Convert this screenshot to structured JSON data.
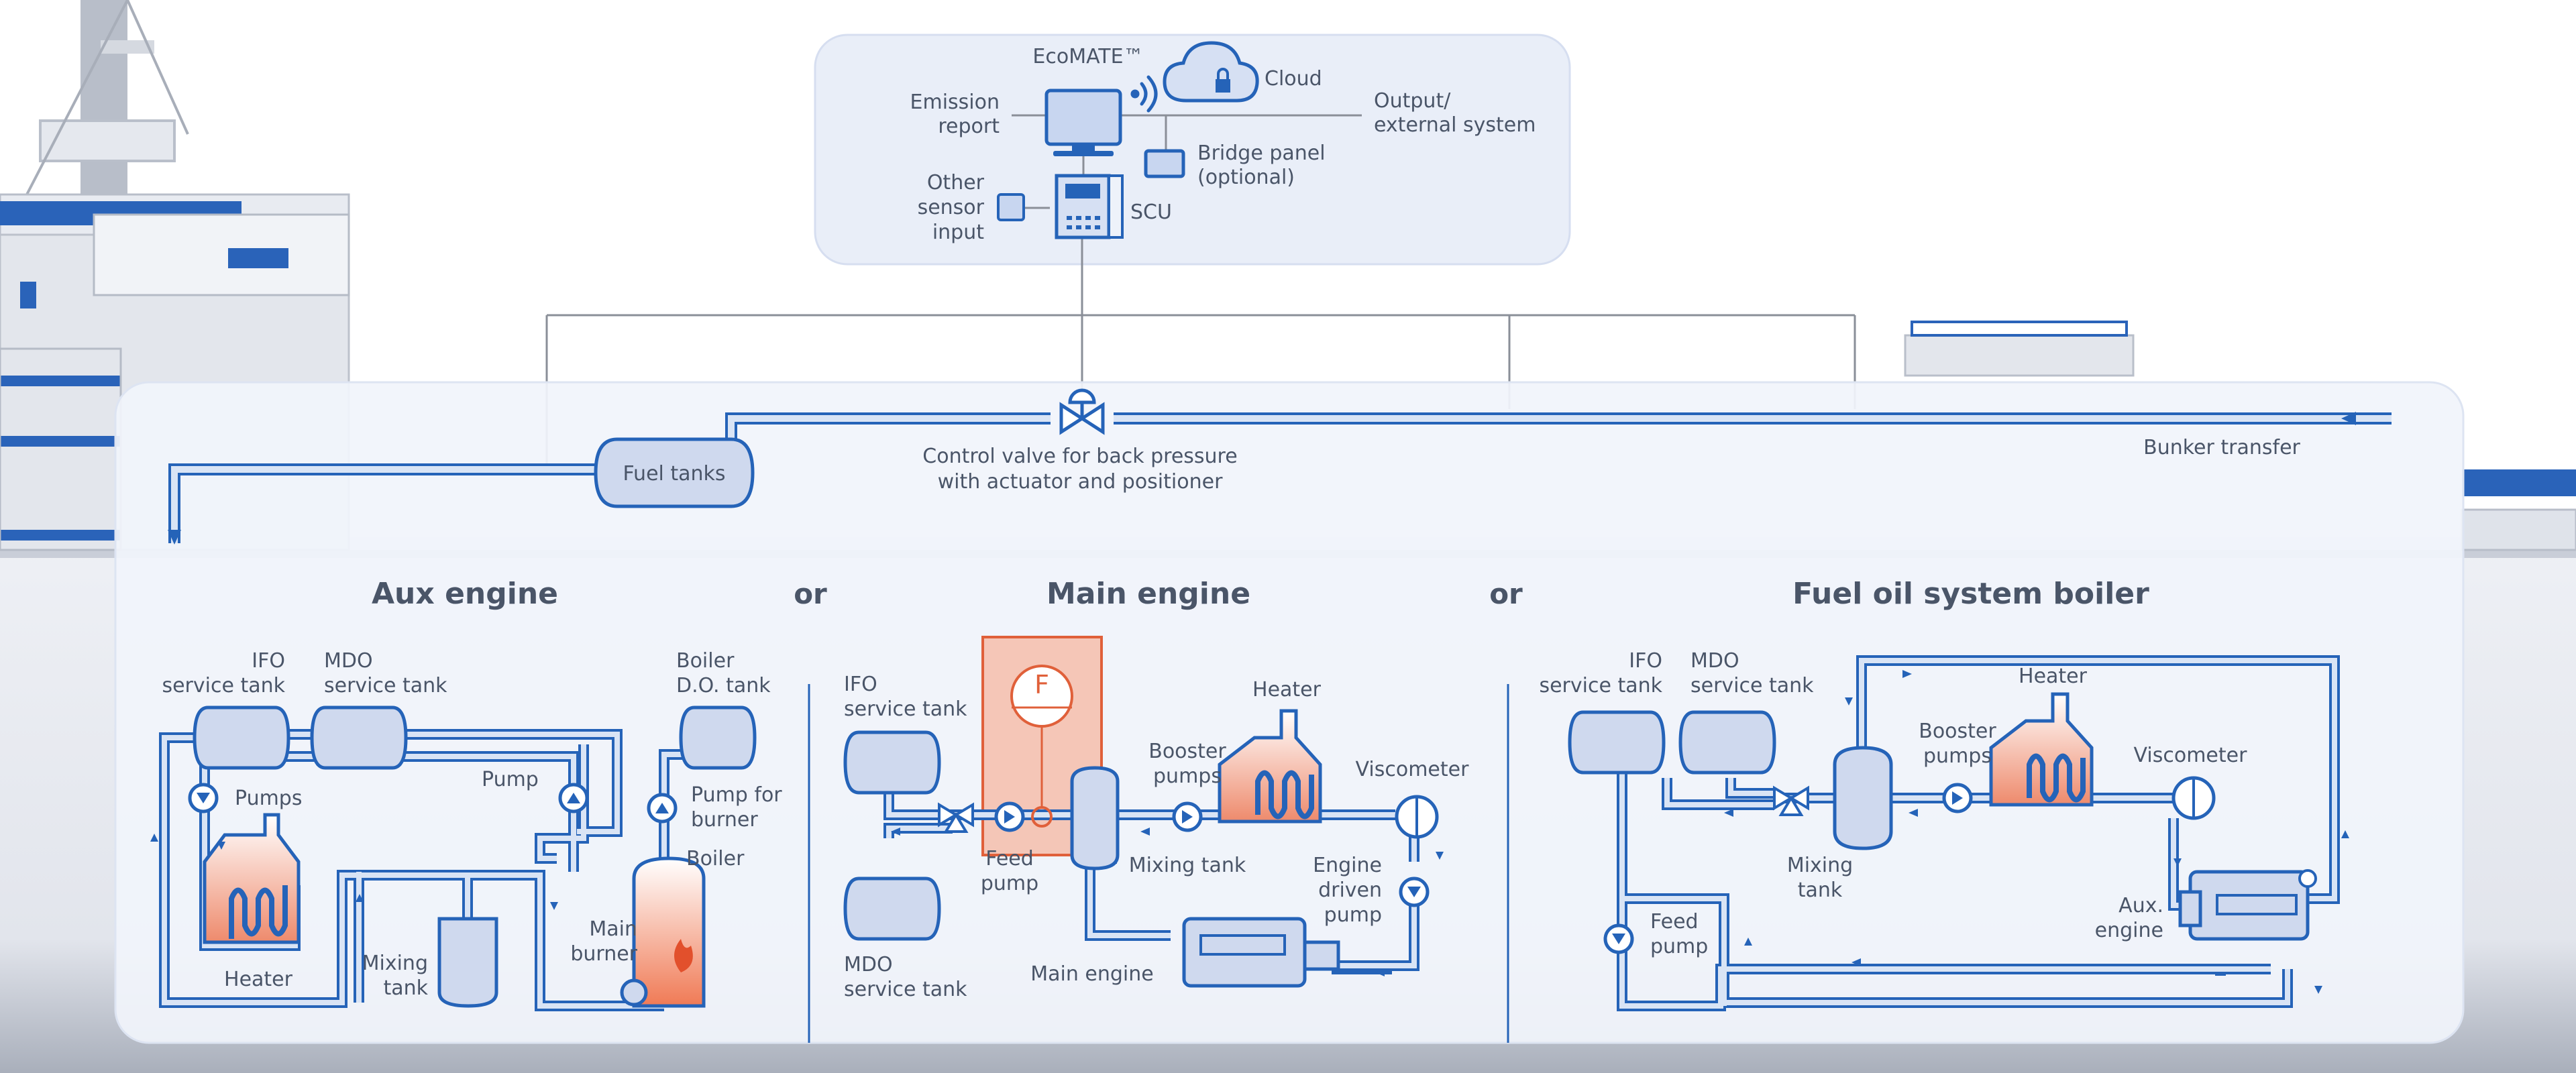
{
  "control_box": {
    "ecomate": "EcoMATE™",
    "cloud": "Cloud",
    "emission_report": [
      "Emission",
      "report"
    ],
    "output_external": [
      "Output/",
      "external system"
    ],
    "bridge_panel": [
      "Bridge panel",
      "(optional)"
    ],
    "other_sensor": [
      "Other",
      "sensor",
      "input"
    ],
    "scu": "SCU"
  },
  "supply": {
    "fuel_tanks": "Fuel tanks",
    "control_valve": [
      "Control valve for back pressure",
      "with actuator and positioner"
    ],
    "bunker_transfer": "Bunker transfer"
  },
  "sections": {
    "aux": "Aux engine",
    "or1": "or",
    "main": "Main engine",
    "or2": "or",
    "boiler": "Fuel oil system boiler"
  },
  "aux": {
    "ifo": [
      "IFO",
      "service tank"
    ],
    "mdo": [
      "MDO",
      "service tank"
    ],
    "boiler_do": [
      "Boiler",
      "D.O. tank"
    ],
    "pumps": "Pumps",
    "pump": "Pump",
    "pump_for_burner": [
      "Pump for",
      "burner"
    ],
    "boiler": "Boiler",
    "main_burner": [
      "Main",
      "burner"
    ],
    "mixing_tank": [
      "Mixing",
      "tank"
    ],
    "heater": "Heater"
  },
  "main": {
    "ifo": [
      "IFO",
      "service tank"
    ],
    "mdo": [
      "MDO",
      "service tank"
    ],
    "flowmeter": "F",
    "feed_pump": [
      "Feed",
      "pump"
    ],
    "booster": [
      "Booster",
      "pumps"
    ],
    "heater": "Heater",
    "viscometer": "Viscometer",
    "mixing_tank": "Mixing tank",
    "engine_driven": [
      "Engine",
      "driven",
      "pump"
    ],
    "main_engine": "Main engine"
  },
  "boiler_sys": {
    "ifo": [
      "IFO",
      "service tank"
    ],
    "mdo": [
      "MDO",
      "service tank"
    ],
    "heater": "Heater",
    "booster": [
      "Booster",
      "pumps"
    ],
    "viscometer": "Viscometer",
    "mixing_tank": [
      "Mixing",
      "tank"
    ],
    "feed_pump": [
      "Feed",
      "pump"
    ],
    "aux_engine": [
      "Aux.",
      "engine"
    ]
  },
  "colors": {
    "pipe_dark": "#2563b8",
    "pipe_fill": "#d9e4f5",
    "tank_fill": "#cfd9ee",
    "heat": "#e87a5a",
    "flow_box": "#f6b7a0",
    "text": "#4a5568",
    "signal": "#8a8f98"
  }
}
